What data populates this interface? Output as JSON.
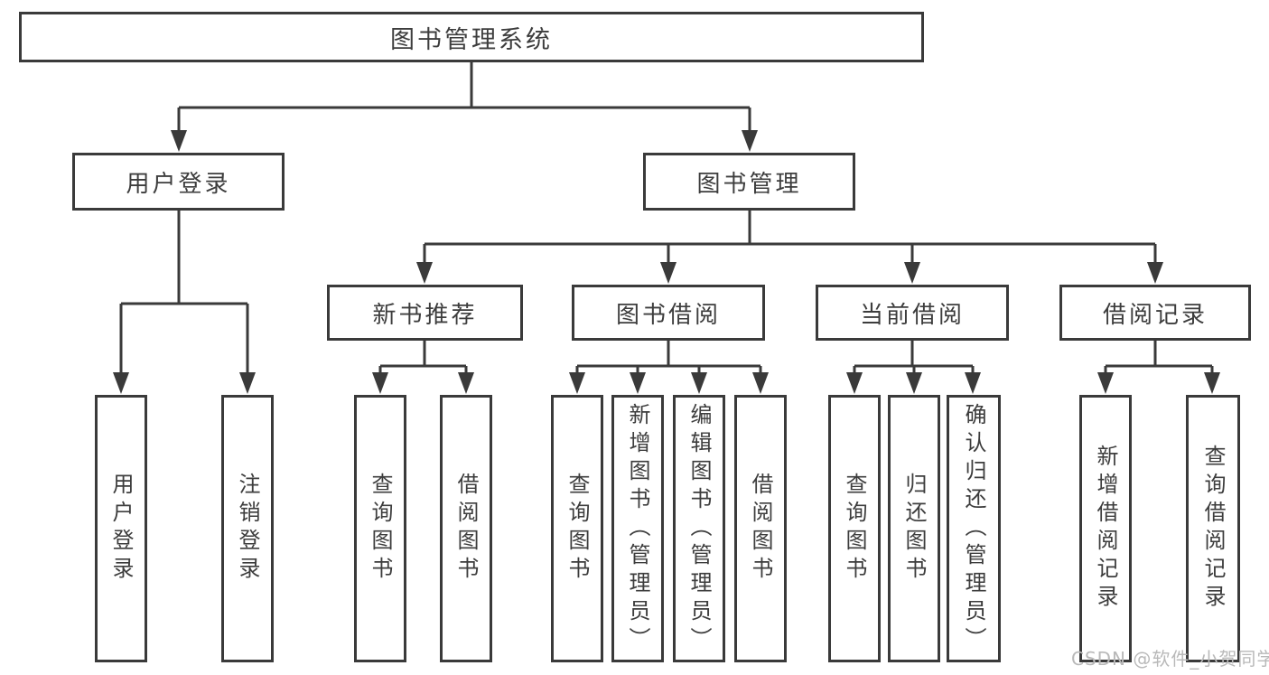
{
  "diagram": {
    "root": {
      "label": "图书管理系统"
    },
    "level2": [
      {
        "id": "user-login",
        "label": "用户登录"
      },
      {
        "id": "book-management",
        "label": "图书管理"
      }
    ],
    "level3": [
      {
        "id": "new-book-recommend",
        "label": "新书推荐"
      },
      {
        "id": "book-borrow",
        "label": "图书借阅"
      },
      {
        "id": "current-borrow",
        "label": "当前借阅"
      },
      {
        "id": "borrow-records",
        "label": "借阅记录"
      }
    ],
    "leaves": {
      "user_login": [
        "用户登录",
        "注销登录"
      ],
      "new_book_recommend": [
        "查询图书",
        "借阅图书"
      ],
      "book_borrow": [
        "查询图书",
        "新增图书（管理员）",
        "编辑图书（管理员）",
        "借阅图书"
      ],
      "current_borrow": [
        "查询图书",
        "归还图书",
        "确认归还（管理员）"
      ],
      "borrow_records": [
        "新增借阅记录",
        "查询借阅记录"
      ]
    },
    "watermark": "CSDN @软件_小贺同学",
    "colors": {
      "line": "#3a3a3a",
      "text": "#3d3d3d",
      "watermark": "#b9b9b9",
      "background": "#ffffff"
    }
  }
}
